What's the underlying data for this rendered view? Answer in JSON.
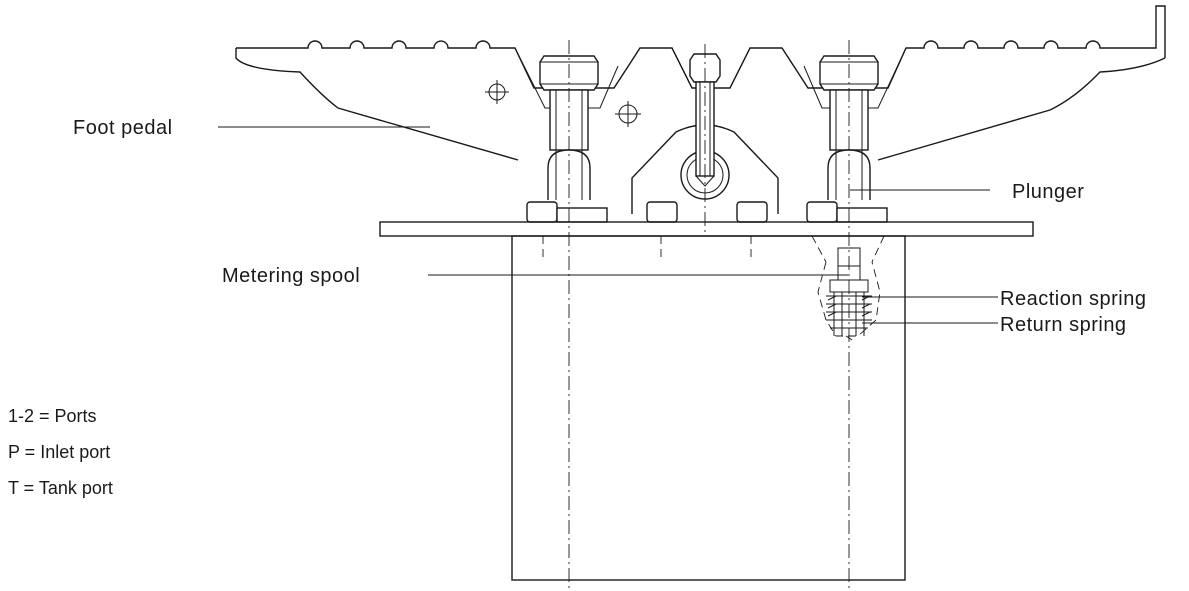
{
  "callouts": {
    "foot_pedal": "Foot pedal",
    "plunger": "Plunger",
    "metering_spool": "Metering spool",
    "reaction_spring": "Reaction spring",
    "return_spring": "Return spring"
  },
  "legend": [
    "1-2 = Ports",
    "P = Inlet port",
    "T = Tank port"
  ]
}
